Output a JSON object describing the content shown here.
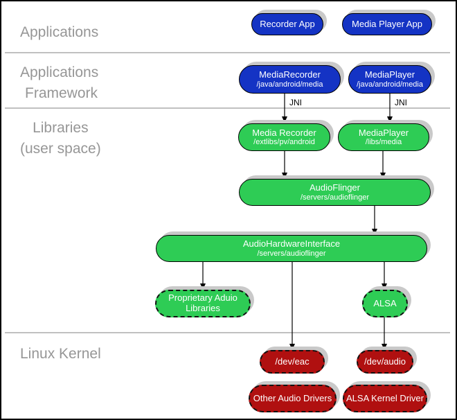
{
  "colors": {
    "blue": "#1433c4",
    "green": "#2ecc55",
    "red": "#b01010",
    "shadow_gray": "#c9c9c9",
    "label_gray": "#969696",
    "separator_gray": "#9a9a9a",
    "arrow_black": "#000000"
  },
  "layers": {
    "applications": "Applications",
    "framework_line1": "Applications",
    "framework_line2": "Framework",
    "libraries_line1": "Libraries",
    "libraries_line2": "(user space)",
    "kernel": "Linux Kernel"
  },
  "jni_label": "JNI",
  "nodes": {
    "recorder_app": {
      "title": "Recorder App"
    },
    "media_player_app": {
      "title": "Media Player App"
    },
    "media_recorder_fw": {
      "title": "MediaRecorder",
      "subtitle": "/java/android/media"
    },
    "media_player_fw": {
      "title": "MediaPlayer",
      "subtitle": "/java/android/media"
    },
    "media_recorder_lib": {
      "title": "Media Recorder",
      "subtitle": "/extlibs/pv/android"
    },
    "media_player_lib": {
      "title": "MediaPlayer",
      "subtitle": "/libs/media"
    },
    "audioflinger": {
      "title": "AudioFlinger",
      "subtitle": "/servers/audioflinger"
    },
    "audio_hardware_interface": {
      "title": "AudioHardwareInterface",
      "subtitle": "/servers/audioflinger"
    },
    "proprietary_audio_libraries": {
      "title": "Proprietary Aduio Libraries"
    },
    "alsa": {
      "title": "ALSA"
    },
    "dev_eac": {
      "title": "/dev/eac"
    },
    "dev_audio": {
      "title": "/dev/audio"
    },
    "other_audio_drivers": {
      "title": "Other Audio Drivers"
    },
    "alsa_kernel_driver": {
      "title": "ALSA Kernel Driver"
    }
  }
}
